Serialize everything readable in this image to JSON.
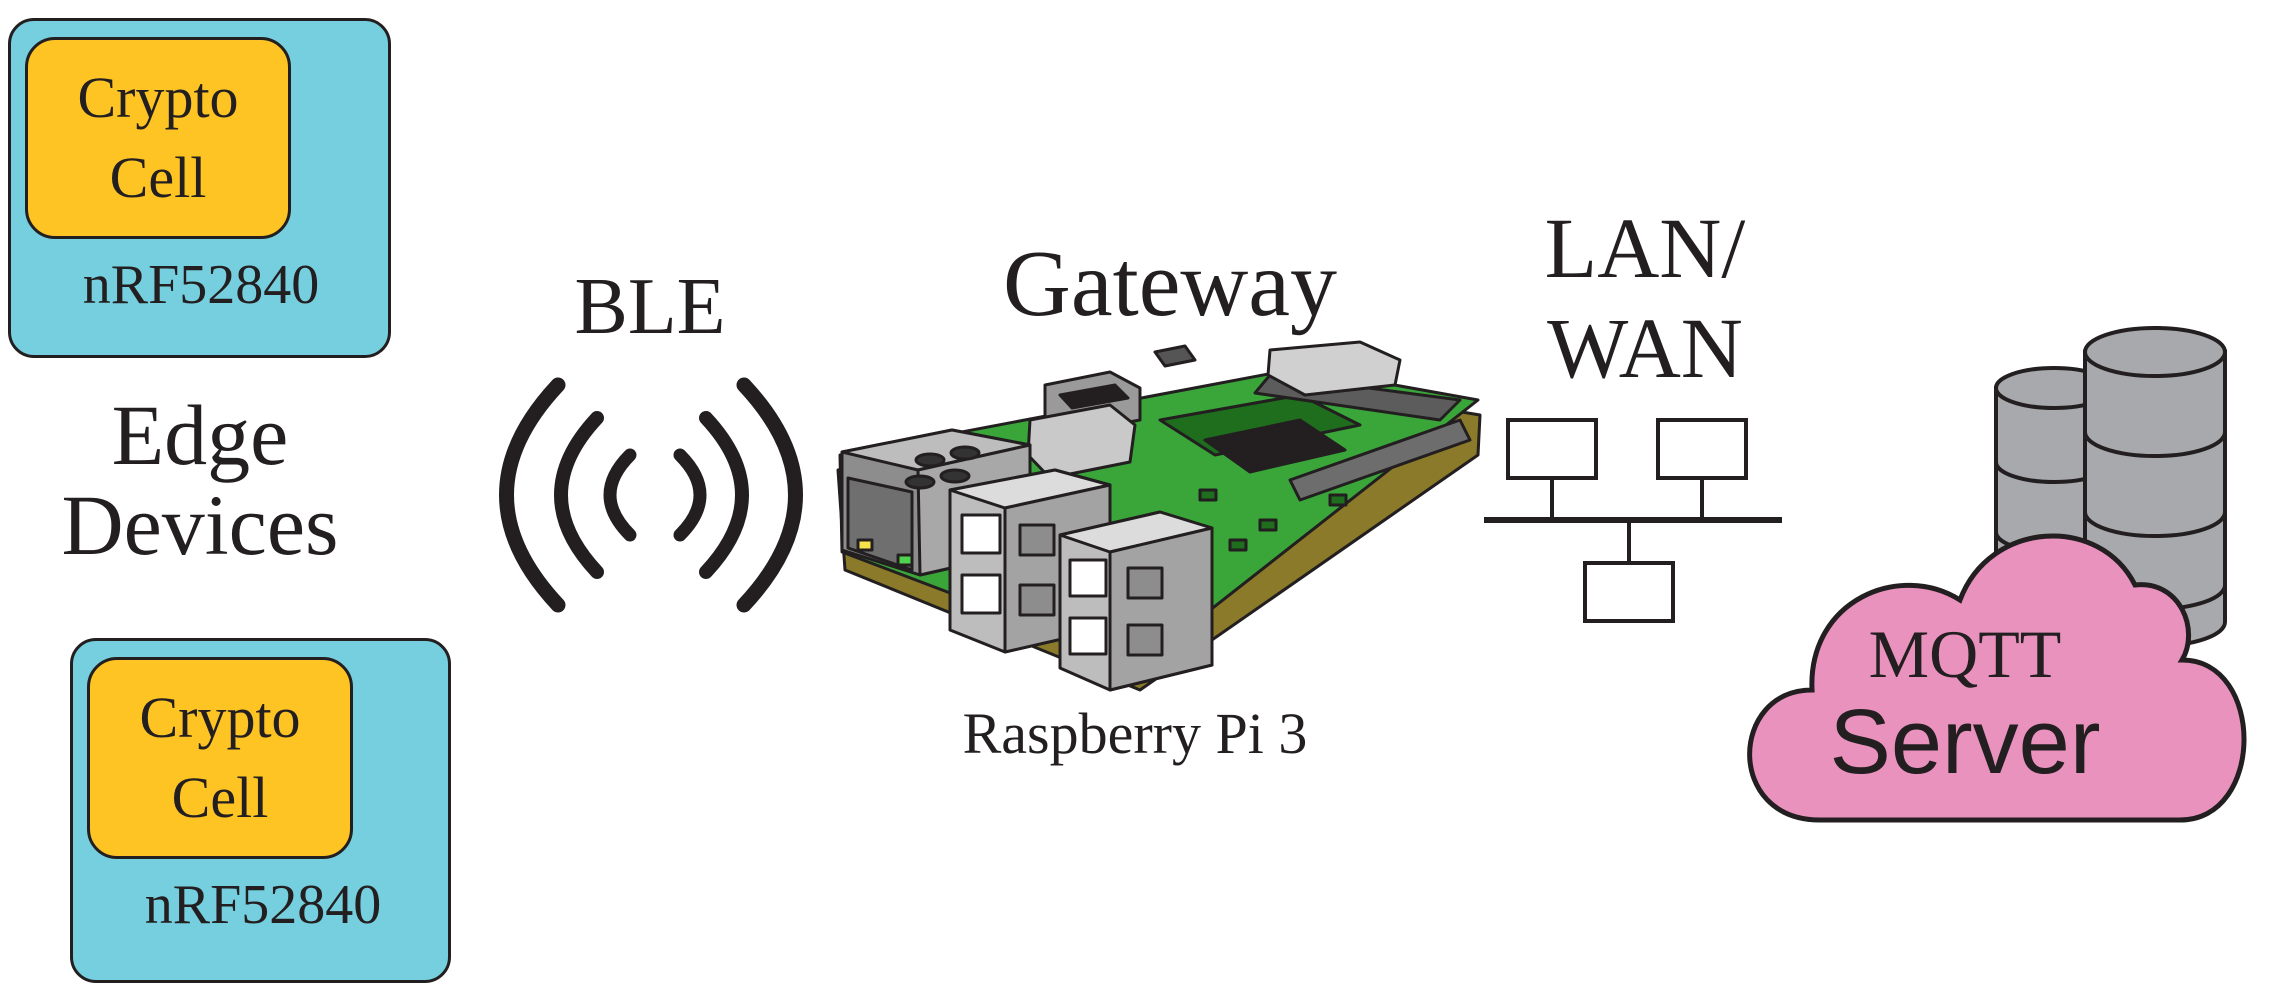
{
  "edge": {
    "title_line1": "Edge",
    "title_line2": "Devices",
    "devices": [
      {
        "cell_line1": "Crypto",
        "cell_line2": "Cell",
        "chip": "nRF52840"
      },
      {
        "cell_line1": "Crypto",
        "cell_line2": "Cell",
        "chip": "nRF52840"
      }
    ]
  },
  "link": {
    "label": "BLE"
  },
  "gateway": {
    "title": "Gateway",
    "board": "Raspberry Pi 3"
  },
  "network": {
    "line1": "LAN/",
    "line2": "WAN"
  },
  "server": {
    "line1": "MQTT",
    "line2": "Server"
  },
  "colors": {
    "device_fill": "#75cfdf",
    "crypto_fill": "#fdc424",
    "cloud_fill": "#e992be",
    "database_fill": "#a7a9ac",
    "pcb_green": "#3aa63a",
    "outline": "#231f20"
  }
}
